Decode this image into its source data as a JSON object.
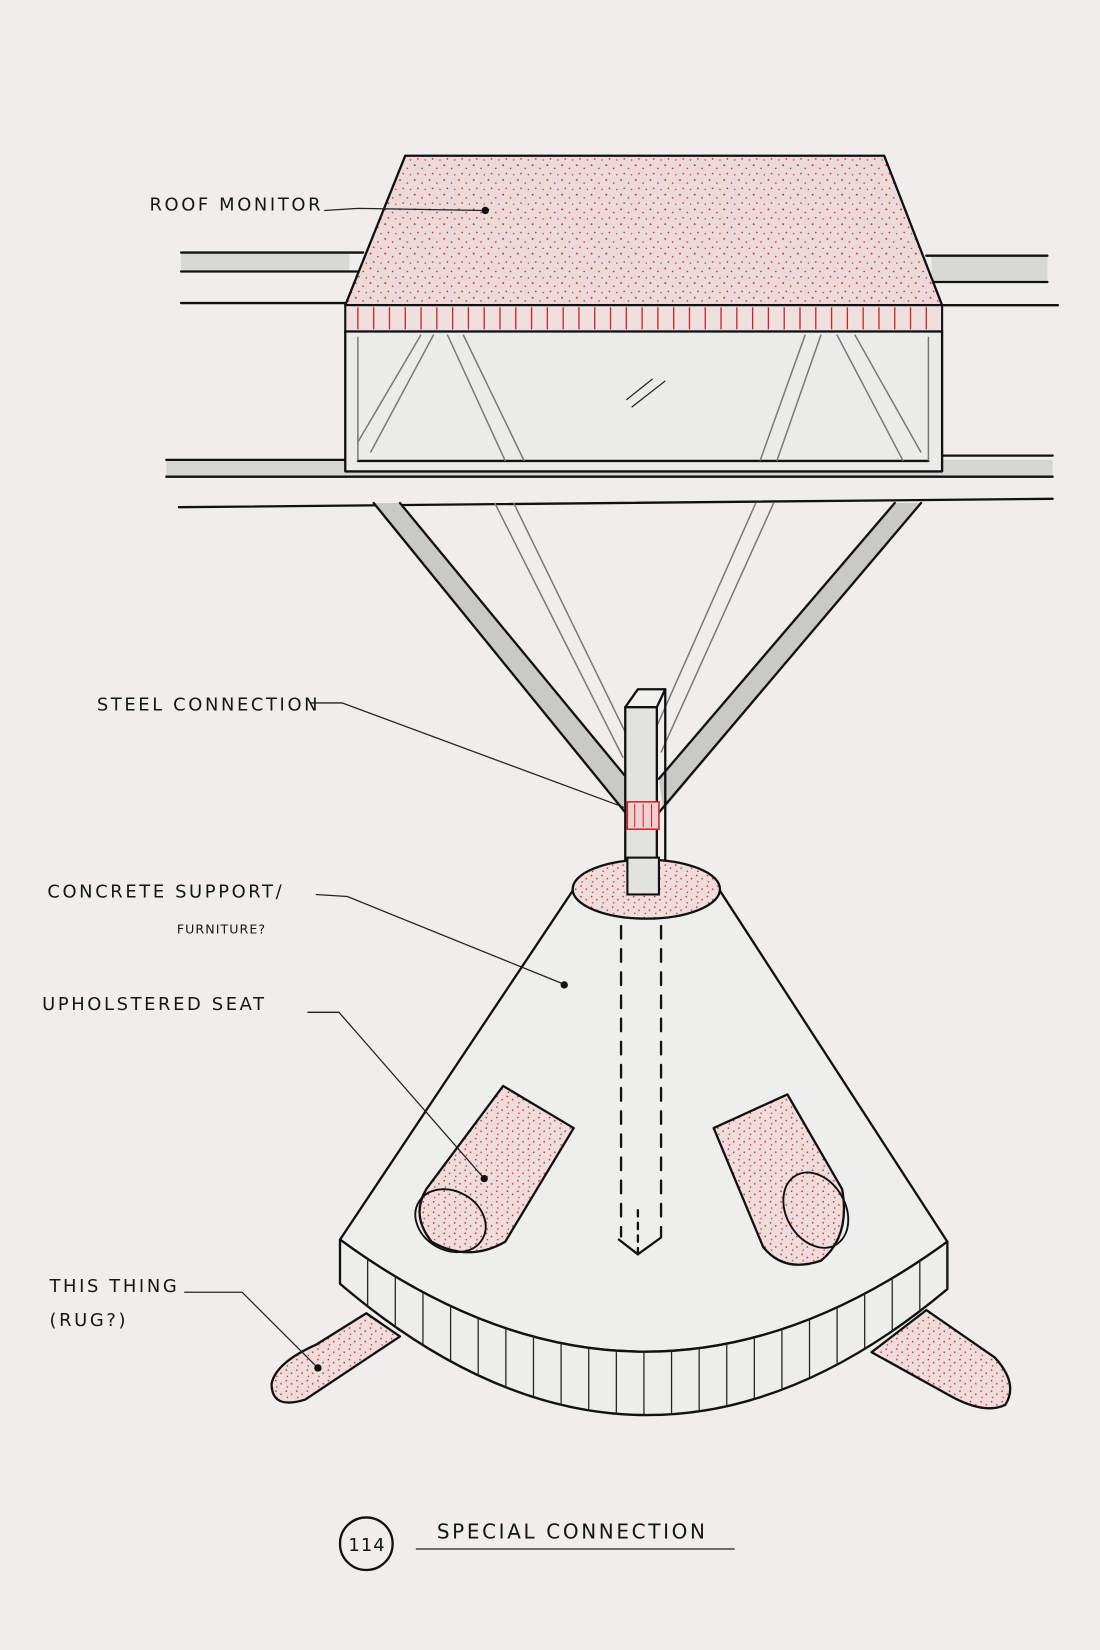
{
  "sheet": {
    "labels": {
      "roof_monitor": "ROOF MONITOR",
      "steel_connection": "STEEL CONNECTION",
      "concrete_support": "CONCRETE SUPPORT/",
      "furniture": "FURNITURE?",
      "upholstered_seat": "UPHOLSTERED SEAT",
      "this_thing": "THIS THING",
      "rug": "(RUG?)"
    },
    "title_block": {
      "number": "114",
      "title": "SPECIAL CONNECTION"
    }
  },
  "colors": {
    "paper": "#efeeec",
    "ink": "#111111",
    "accent_red": "#d0282a",
    "pink_fill": "#ecd6d6"
  }
}
